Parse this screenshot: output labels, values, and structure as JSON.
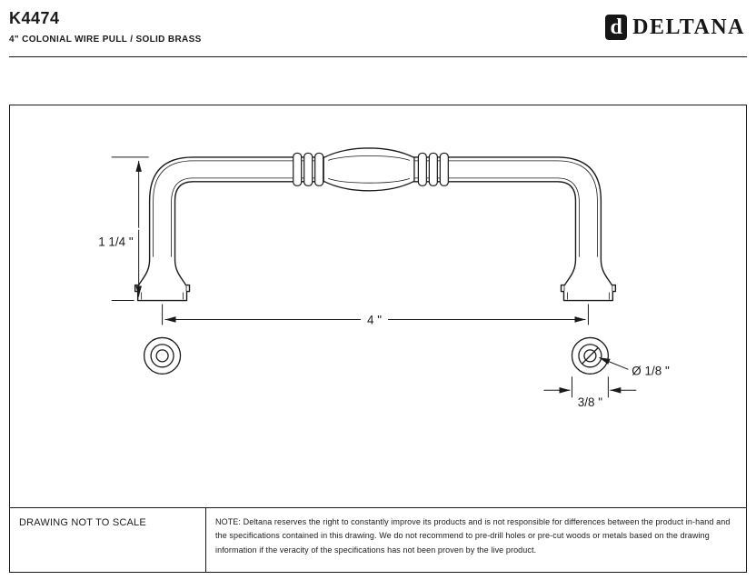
{
  "header": {
    "model": "K4474",
    "subtitle": "4\" COLONIAL WIRE PULL / SOLID BRASS",
    "brand": "DELTANA",
    "logo_letter": "d"
  },
  "drawing": {
    "dim_height": "1 1/4 \"",
    "dim_length": "4 \"",
    "dim_hole": "Ø 1/8 \"",
    "dim_base": "3/8 \""
  },
  "footer": {
    "scale_note": "DRAWING NOT TO SCALE",
    "note": "NOTE: Deltana reserves the right to constantly improve its products and is not responsible for differences between the product in-hand and the specifications contained in this drawing. We do not recommend to pre-drill holes or pre-cut woods or metals based on the drawing information if the veracity of the specifications has not been proven by the live product."
  },
  "colors": {
    "ink": "#1a1a1a",
    "background": "#ffffff"
  }
}
